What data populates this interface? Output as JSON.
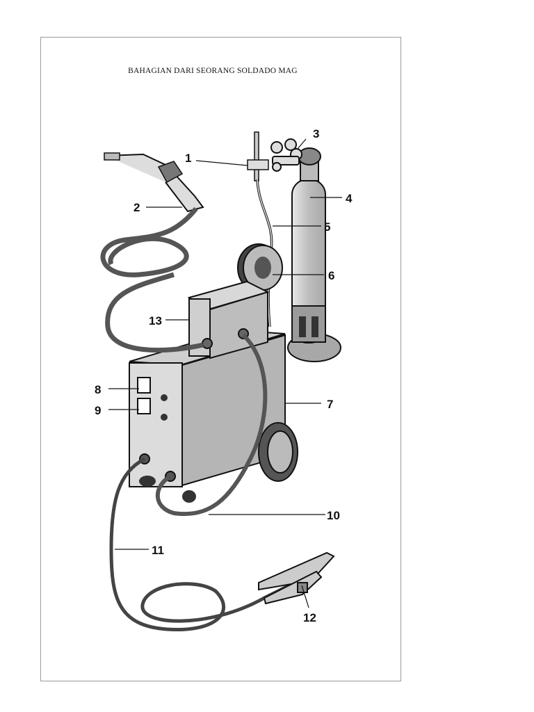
{
  "title": "BAHAGIAN DARI SEORANG SOLDADO MAG",
  "callouts": {
    "c1": "1",
    "c2": "2",
    "c3": "3",
    "c4": "4",
    "c5": "5",
    "c6": "6",
    "c7": "7",
    "c8": "8",
    "c9": "9",
    "c10": "10",
    "c11": "11",
    "c12": "12",
    "c13": "13"
  }
}
